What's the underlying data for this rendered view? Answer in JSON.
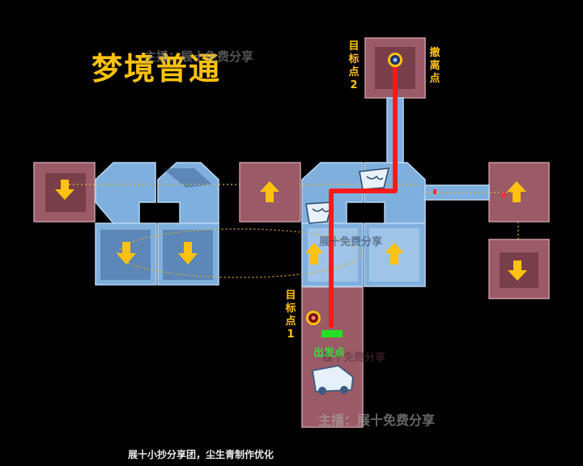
{
  "title": "梦境普通",
  "watermark": "主播：展十免费分享",
  "watermark_fragment_1": "展十免费分享",
  "watermark_fragment_2": "展十免费分享",
  "labels": {
    "goal2": "目标点2",
    "exit": "撤离点",
    "goal1": "目标点1",
    "start": "出发点"
  },
  "credit": "展十小抄分享团，尘生青制作优化",
  "colors": {
    "title": "#ffc20e",
    "path": "#ff1a1a",
    "start_marker": "#22e022",
    "blue_room": "#7fb0dd",
    "red_room": "#9a5a66",
    "arrow": "#ffc20e"
  },
  "icons": [
    "down-arrow-icon",
    "up-arrow-icon",
    "target-marker-icon",
    "exit-marker-icon",
    "vehicle-icon",
    "enemy-icon"
  ]
}
